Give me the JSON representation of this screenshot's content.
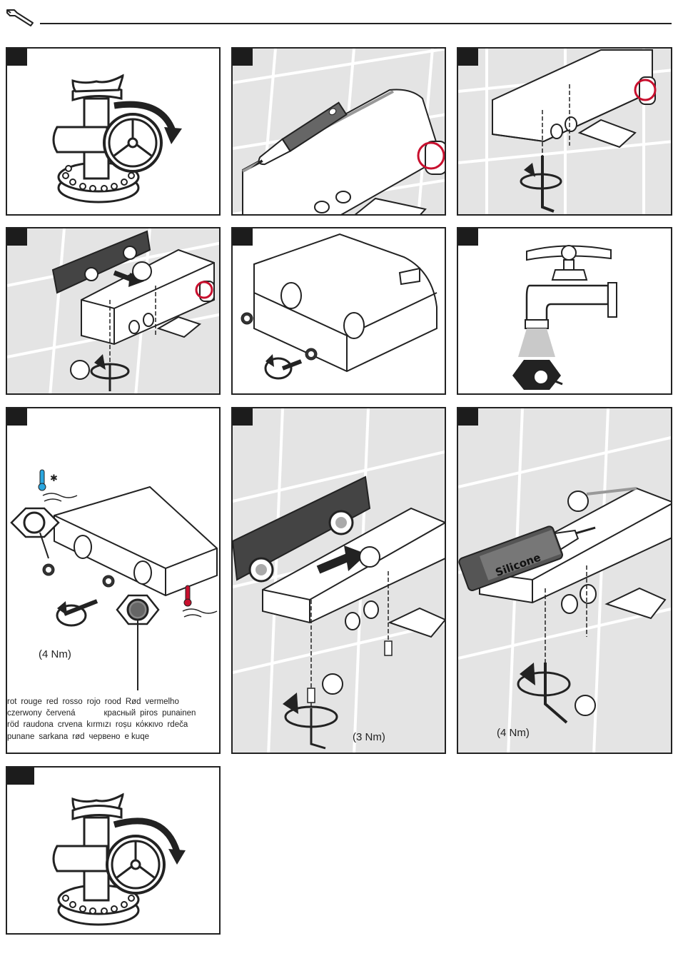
{
  "header": {
    "icon": "wrench-icon"
  },
  "steps": [
    {
      "id": 1,
      "icon": "valve-close-icon"
    },
    {
      "id": 2,
      "icon": "screwdriver-icon"
    },
    {
      "id": 3,
      "icon": "allen-key-icon"
    },
    {
      "id": 4,
      "icon": "mount-plate-icon"
    },
    {
      "id": 5,
      "icon": "connector-icon"
    },
    {
      "id": 6,
      "icon": "tap-flush-icon"
    },
    {
      "id": 7,
      "icon": "hot-cold-icon",
      "torque": "(4 Nm)"
    },
    {
      "id": 8,
      "icon": "mount-icon",
      "torque": "(3 Nm)"
    },
    {
      "id": 9,
      "icon": "silicone-icon",
      "torque": "(4 Nm)",
      "tube_label": "Silicone"
    },
    {
      "id": 10,
      "icon": "valve-open-icon"
    }
  ],
  "red_words": [
    [
      "rot",
      "rouge",
      "red",
      "rosso",
      "rojo",
      "rood",
      "Rød",
      "vermelho"
    ],
    [
      "czerwony",
      "červená",
      "",
      "красный",
      "piros",
      "punainen"
    ],
    [
      "röd",
      "raudona",
      "crvena",
      "kırmızı",
      "roșu",
      "κόκκινο",
      "rdeča"
    ],
    [
      "punane",
      "sarkana",
      "rød",
      "червено",
      "e kuqe"
    ]
  ],
  "colors": {
    "hot": "#c8102e",
    "cold": "#2aa6df",
    "tile": "#e4e4e4",
    "ink": "#1c1c1c"
  }
}
